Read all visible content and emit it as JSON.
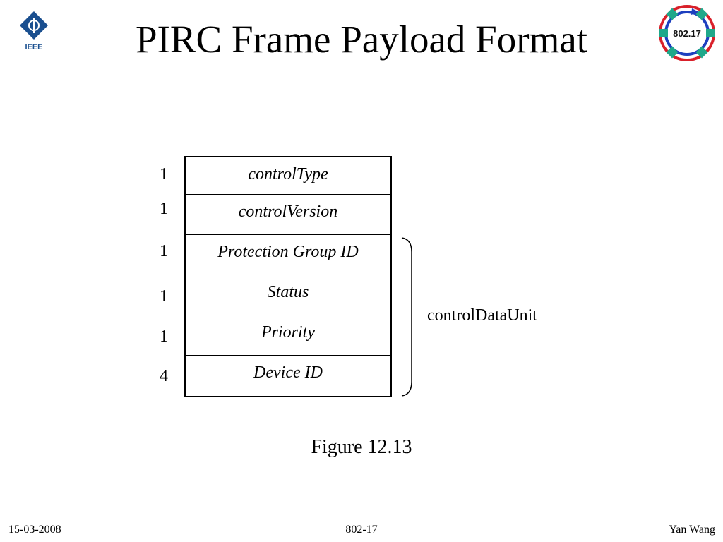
{
  "slide": {
    "title": "PIRC Frame Payload Format",
    "caption": "Figure 12.13"
  },
  "logos": {
    "ieee_text": "IEEE",
    "ring_text": "802.17",
    "ring_colors": {
      "outer": "#d9202a",
      "inner": "#1d3fbf",
      "nodes": "#1fa88a"
    }
  },
  "frame": {
    "fields": [
      {
        "label": "controlType",
        "size": "1"
      },
      {
        "label": "controlVersion",
        "size": "1"
      },
      {
        "label": "Protection Group ID",
        "size": "1"
      },
      {
        "label": "Status",
        "size": "1"
      },
      {
        "label": "Priority",
        "size": "1"
      },
      {
        "label": "Device ID",
        "size": "4"
      }
    ],
    "group_label": "controlDataUnit"
  },
  "footer": {
    "date": "15-03-2008",
    "center": "802-17",
    "author": "Yan Wang"
  }
}
